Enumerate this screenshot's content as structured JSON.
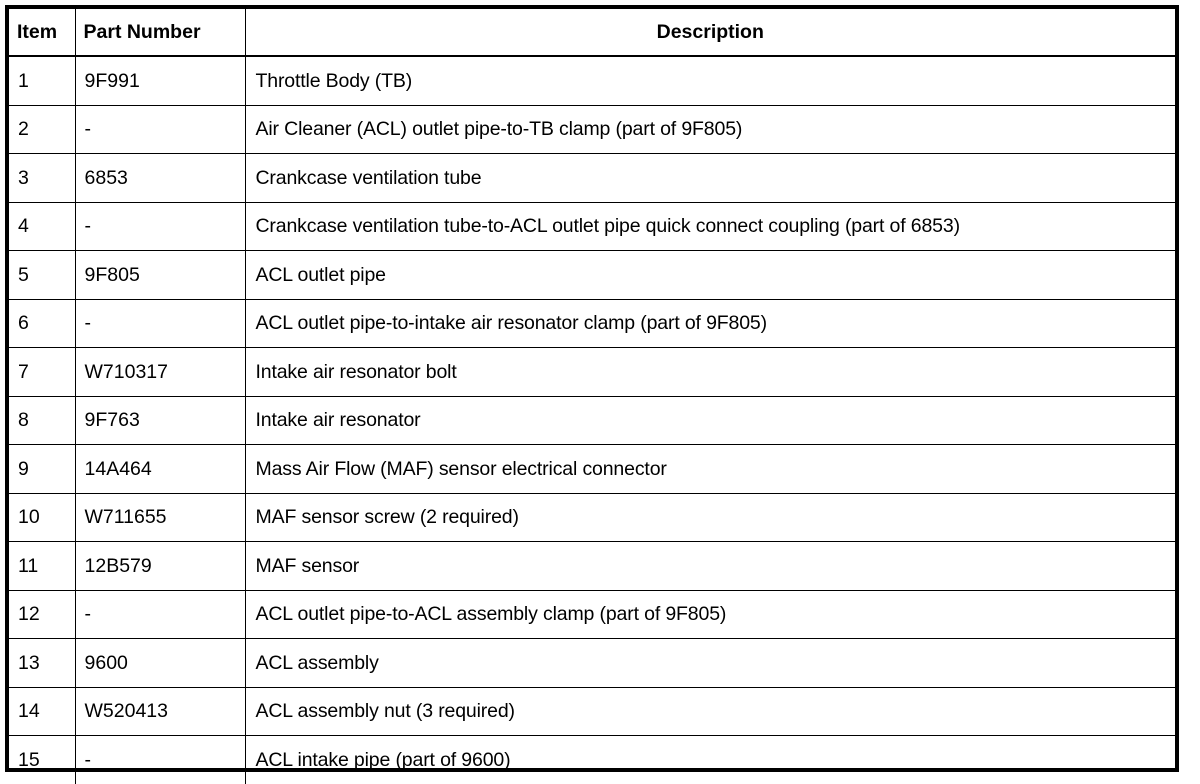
{
  "table": {
    "columns": [
      {
        "key": "item",
        "label": "Item",
        "align": "left"
      },
      {
        "key": "part_number",
        "label": "Part Number",
        "align": "left"
      },
      {
        "key": "description",
        "label": "Description",
        "align": "center"
      }
    ],
    "rows": [
      {
        "item": "1",
        "part_number": "9F991",
        "description": "Throttle Body (TB)"
      },
      {
        "item": "2",
        "part_number": "-",
        "description": "Air Cleaner (ACL) outlet pipe-to-TB clamp (part of 9F805)"
      },
      {
        "item": "3",
        "part_number": "6853",
        "description": "Crankcase ventilation tube"
      },
      {
        "item": "4",
        "part_number": "-",
        "description": "Crankcase ventilation tube-to-ACL outlet pipe quick connect coupling (part of 6853)"
      },
      {
        "item": "5",
        "part_number": "9F805",
        "description": "ACL outlet pipe"
      },
      {
        "item": "6",
        "part_number": "-",
        "description": "ACL outlet pipe-to-intake air resonator clamp (part of 9F805)"
      },
      {
        "item": "7",
        "part_number": "W710317",
        "description": "Intake air resonator bolt"
      },
      {
        "item": "8",
        "part_number": "9F763",
        "description": "Intake air resonator"
      },
      {
        "item": "9",
        "part_number": "14A464",
        "description": "Mass Air Flow (MAF) sensor electrical connector"
      },
      {
        "item": "10",
        "part_number": "W711655",
        "description": "MAF sensor screw (2 required)"
      },
      {
        "item": "11",
        "part_number": "12B579",
        "description": "MAF sensor"
      },
      {
        "item": "12",
        "part_number": "-",
        "description": "ACL outlet pipe-to-ACL assembly clamp (part of 9F805)"
      },
      {
        "item": "13",
        "part_number": "9600",
        "description": "ACL assembly"
      },
      {
        "item": "14",
        "part_number": "W520413",
        "description": "ACL assembly nut (3 required)"
      },
      {
        "item": "15",
        "part_number": "-",
        "description": "ACL intake pipe (part of 9600)"
      }
    ]
  },
  "colors": {
    "border": "#000000",
    "text": "#000000",
    "background": "#ffffff"
  }
}
